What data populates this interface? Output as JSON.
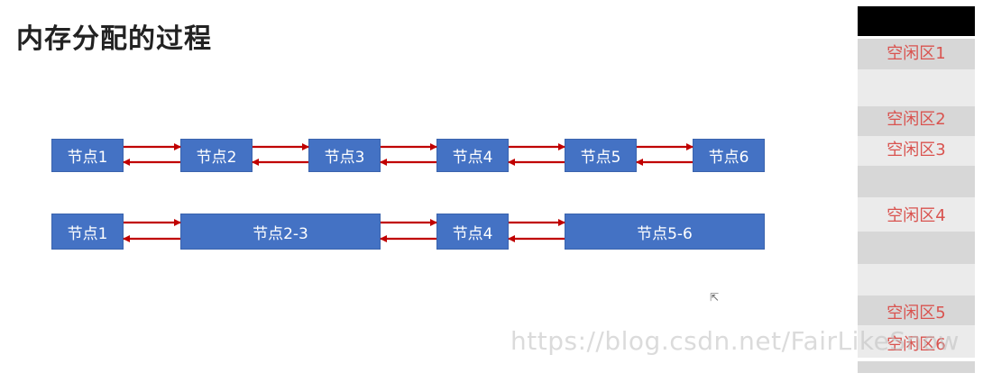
{
  "slide": {
    "title": "内存分配的过程"
  },
  "row1": {
    "nodes": [
      "节点1",
      "节点2",
      "节点3",
      "节点4",
      "节点5",
      "节点6"
    ]
  },
  "row2": {
    "nodes": [
      "节点1",
      "节点2-3",
      "节点4",
      "节点5-6"
    ]
  },
  "memory": {
    "labels": [
      "空闲区1",
      "空闲区2",
      "空闲区3",
      "空闲区4",
      "空闲区5",
      "空闲区6"
    ],
    "colors": {
      "header": "#000000",
      "dark": "#d7d7d7",
      "light": "#ebebeb",
      "label": "#d9534f"
    }
  },
  "colors": {
    "node_fill": "#4472c4",
    "arrow": "#c00000"
  },
  "watermark": "https://blog.csdn.net/FairLikeSnow"
}
